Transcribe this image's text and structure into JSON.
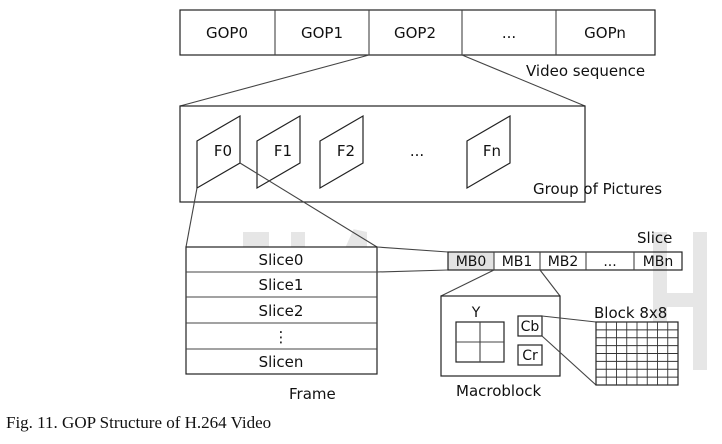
{
  "video_sequence": {
    "gops": [
      "GOP0",
      "GOP1",
      "GOP2",
      "...",
      "GOPn"
    ],
    "label": "Video sequence"
  },
  "group_of_pictures": {
    "frames": [
      "F0",
      "F1",
      "F2",
      "...",
      "Fn"
    ],
    "label": "Group of Pictures"
  },
  "frame": {
    "slices": [
      "Slice0",
      "Slice1",
      "Slice2",
      "⋮",
      "Slicen"
    ],
    "label": "Frame"
  },
  "slice": {
    "label": "Slice",
    "macroblocks": [
      "MB0",
      "MB1",
      "MB2",
      "...",
      "MBn"
    ]
  },
  "macroblock": {
    "label": "Macroblock",
    "y_label": "Y",
    "cb_label": "Cb",
    "cr_label": "Cr"
  },
  "block": {
    "label": "Block 8x8",
    "grid_size": 8
  },
  "caption": "Fig. 11. GOP Structure of H.264 Video",
  "watermark_text": "INTECH"
}
